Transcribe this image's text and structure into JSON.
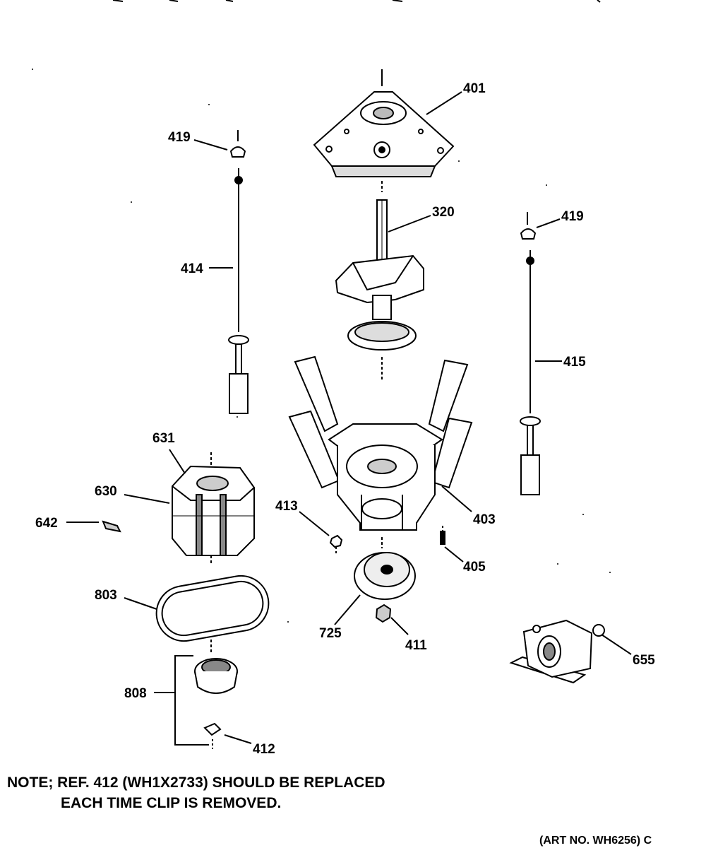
{
  "callouts": {
    "c401": "401",
    "c419a": "419",
    "c419b": "419",
    "c320": "320",
    "c414": "414",
    "c415": "415",
    "c631": "631",
    "c630": "630",
    "c642": "642",
    "c413": "413",
    "c403": "403",
    "c405": "405",
    "c803": "803",
    "c725": "725",
    "c411": "411",
    "c655": "655",
    "c808": "808",
    "c412": "412"
  },
  "note": {
    "line1": "NOTE; REF. 412 (WH1X2733) SHOULD BE REPLACED",
    "line2": "EACH TIME CLIP IS REMOVED."
  },
  "art_no": "(ART NO. WH6256) C"
}
